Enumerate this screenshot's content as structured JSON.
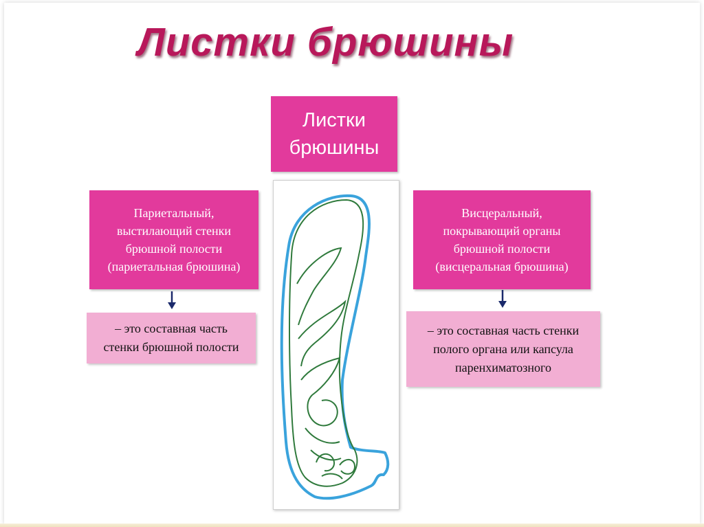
{
  "title": "Листки брюшины",
  "center_box": {
    "line1": "Листки",
    "line2": "брюшины"
  },
  "left": {
    "main_lines": [
      "Париетальный,",
      "выстилающий стенки",
      "брюшной полости",
      "(париетальная брюшина)"
    ],
    "sub_lines": [
      "– это составная часть",
      "стенки брюшной полости"
    ]
  },
  "right": {
    "main_lines": [
      "Висцеральный,",
      "покрывающий органы",
      "брюшной полости",
      "(висцеральная брюшина)"
    ],
    "sub_lines": [
      "– это составная часть стенки",
      "полого органа или капсула",
      "паренхиматозного"
    ]
  },
  "colors": {
    "title": "#b8185a",
    "box_magenta": "#e23a9c",
    "box_light_pink": "#f2aed3",
    "parietal_line": "#3aa3dc",
    "visceral_line": "#2f7a3c",
    "arrow": "#1b2a6b"
  }
}
